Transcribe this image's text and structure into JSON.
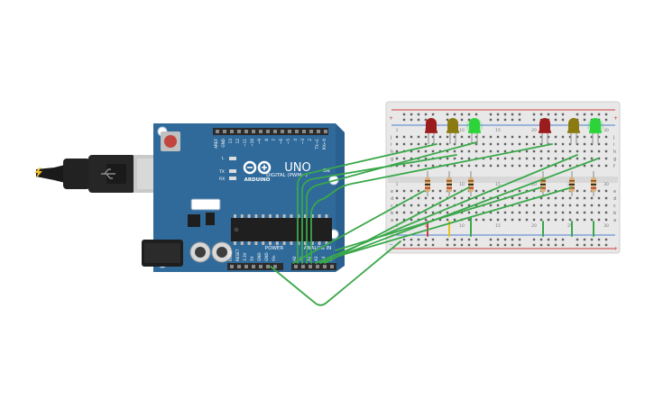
{
  "board": {
    "brand": "ARDUINO",
    "model": "UNO",
    "digital_header_label": "DIGITAL (PWM~)",
    "power_label": "POWER",
    "analog_label": "ANALOG IN",
    "on_label": "ON",
    "led_l_label": "L",
    "led_tx_label": "TX",
    "led_rx_label": "RX",
    "digital_pins": [
      "AREF",
      "GND",
      "13",
      "12",
      "~11",
      "~10",
      "~9",
      "8",
      "7",
      "~6",
      "~5",
      "4",
      "~3",
      "2",
      "TX→1",
      "RX←0"
    ],
    "power_pins": [
      "IOREF",
      "RESET",
      "3.3V",
      "5V",
      "GND",
      "GND",
      "Vin"
    ],
    "analog_pins": [
      "A0",
      "A1",
      "A2",
      "A3",
      "A4",
      "A5"
    ],
    "colors": {
      "pcb": "#2f6a9a",
      "header": "#2b2b2b",
      "reset_button": "#c0463f"
    }
  },
  "breadboard": {
    "rows_top": [
      "j",
      "i",
      "h",
      "g",
      "f"
    ],
    "rows_bottom": [
      "e",
      "d",
      "c",
      "b",
      "a"
    ],
    "column_numbers": [
      "1",
      "5",
      "10",
      "15",
      "20",
      "25",
      "30"
    ],
    "rail_plus": "+",
    "rail_minus": "−",
    "colors": {
      "body": "#e8e8e8",
      "rail_red": "#d23c3c",
      "rail_blue": "#4a7fd0"
    }
  },
  "leds": [
    {
      "color": "red",
      "hex": "#9b1c1c"
    },
    {
      "color": "yellow",
      "hex": "#8a7a10"
    },
    {
      "color": "green",
      "hex": "#2dd43a"
    },
    {
      "color": "red",
      "hex": "#9b1c1c"
    },
    {
      "color": "yellow",
      "hex": "#8a7a10"
    },
    {
      "color": "green",
      "hex": "#2dd43a"
    }
  ],
  "wire_color": "#3aa84a",
  "usb_cable_color": "#1a1a1a"
}
